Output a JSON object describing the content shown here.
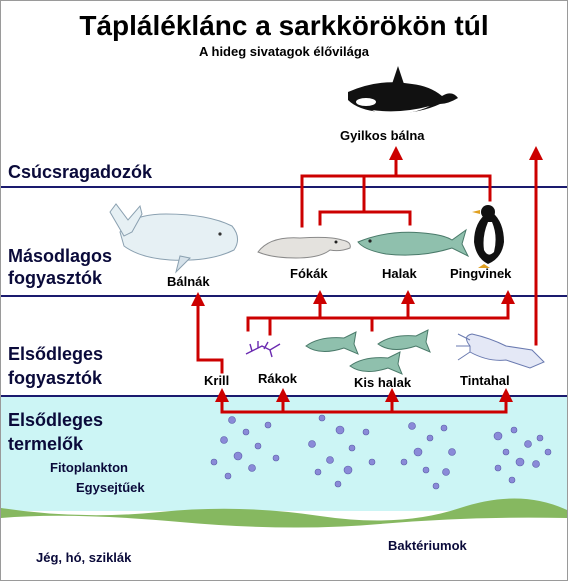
{
  "title": "Tápláléklánc a sarkkörökön túl",
  "subtitle": "A hideg sivatagok élővilága",
  "levels": {
    "apex": "Csúcsragadozók",
    "secondary_1": "Másodlagos",
    "secondary_2": "fogyasztók",
    "primary_1": "Elsődleges",
    "primary_2": "fogyasztók",
    "producers_1": "Elsődleges",
    "producers_2": "termelők"
  },
  "producers": {
    "line1": "Fitoplankton",
    "line2": "Egysejtűek"
  },
  "bottom": {
    "left": "Jég, hó, sziklák",
    "right": "Baktériumok"
  },
  "organisms": {
    "orca": "Gyilkos bálna",
    "whales": "Bálnák",
    "seals": "Fókák",
    "fish": "Halak",
    "penguins": "Pingvinek",
    "krill": "Krill",
    "crabs": "Rákok",
    "small_fish": "Kis halak",
    "squid": "Tintahal"
  },
  "colors": {
    "arrow": "#cc0000",
    "divider": "#1a1a6e",
    "water": "#ccf5f5",
    "ground": "#86b860",
    "whale_body": "#e6f0f4",
    "fish_body": "#8fc0ad",
    "plankton": "#8a8ad8"
  }
}
